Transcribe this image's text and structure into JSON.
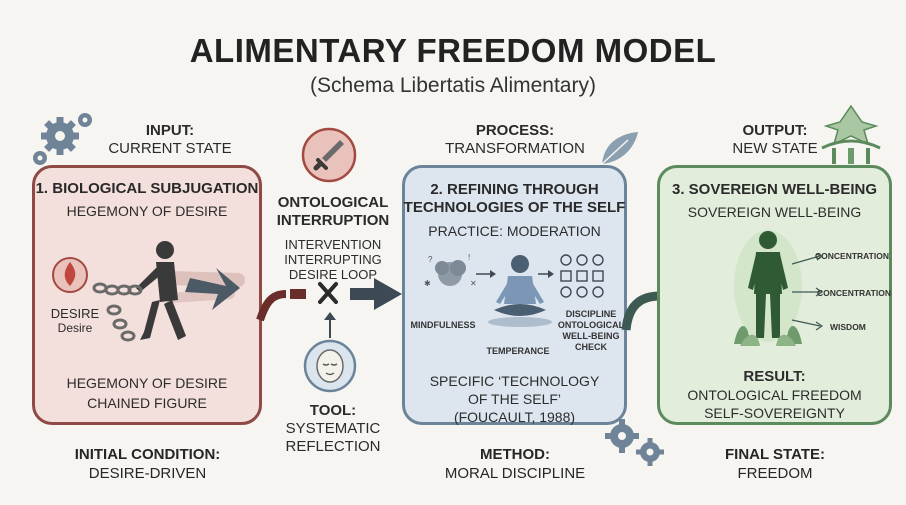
{
  "title": "ALIMENTARY FREEDOM MODEL",
  "subtitle": "(Schema Libertatis Alimentary)",
  "input": {
    "label": "INPUT:",
    "sub": "CURRENT STATE"
  },
  "process": {
    "label": "PROCESS:",
    "sub": "TRANSFORMATION"
  },
  "output": {
    "label": "OUTPUT:",
    "sub": "NEW STATE"
  },
  "panel1": {
    "title": "1. BIOLOGICAL SUBJUGATION",
    "subtitle": "HEGEMONY OF DESIRE",
    "icon_label_1": "DESIRE",
    "icon_label_2": "Desire",
    "bottom_1": "HEGEMONY OF DESIRE",
    "bottom_2": "CHAINED FIGURE"
  },
  "interruption": {
    "title_1": "ONTOLOGICAL",
    "title_2": "INTERRUPTION",
    "line_1": "INTERVENTION",
    "line_2": "INTERRUPTING",
    "line_3": "DESIRE  LOOP"
  },
  "tool": {
    "label": "TOOL:",
    "line_1": "SYSTEMATIC",
    "line_2": "REFLECTION"
  },
  "panel2": {
    "title_1": "2. REFINING THROUGH",
    "title_2": "TECHNOLOGIES OF THE SELF",
    "subtitle": "PRACTICE: MODERATION",
    "mindfulness": "MINDFULNESS",
    "temperance": "TEMPERANCE",
    "check_1": "DISCIPLINE",
    "check_2": "ONTOLOGICAL",
    "check_3": "WELL-BEING",
    "check_4": "CHECK",
    "bottom_1": "SPECIFIC ‘TECHNOLOGY",
    "bottom_2": "OF THE SELF’",
    "bottom_3": "(FOUCAULT, 1988)"
  },
  "panel3": {
    "title": "3. SOVEREIGN WELL-BEING",
    "subtitle": "SOVEREIGN WELL-BEING",
    "tag_1": "CONCENTRATION",
    "tag_2": "CONCENTRATION",
    "tag_3": "WISDOM",
    "result_label": "RESULT:",
    "result_1": "ONTOLOGICAL FREEDOM",
    "result_2": "SELF-SOVEREIGNTY"
  },
  "footer": {
    "initial_label": "INITIAL CONDITION:",
    "initial_value": "DESIRE-DRIVEN",
    "method_label": "METHOD:",
    "method_value": "MORAL DISCIPLINE",
    "final_label": "FINAL STATE:",
    "final_value": "FREEDOM"
  },
  "colors": {
    "panel1": "#f3dfdb",
    "panel2": "#dde6ef",
    "panel3": "#e2eddb",
    "arrow": "#3d4a55"
  },
  "icons": [
    "gear-icon",
    "sword-icon",
    "calm-face-icon",
    "temple-icon",
    "leaf-icon",
    "fire-icon",
    "chain-icon",
    "meditation-figure-icon",
    "standing-figure-icon"
  ]
}
